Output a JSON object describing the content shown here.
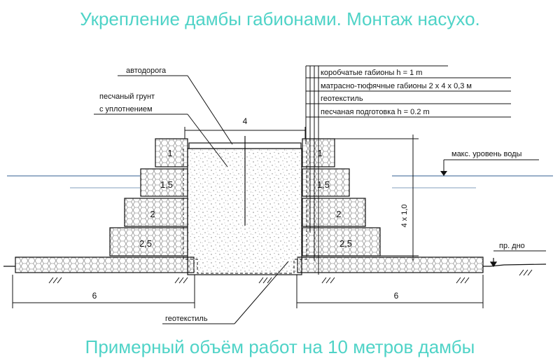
{
  "header": {
    "title": "Укрепление дамбы габионами. Монтаж насухо."
  },
  "footer": {
    "caption": "Примерный объём работ на 10 метров дамбы"
  },
  "callouts_left": {
    "road": "автодорога",
    "soil_line1": "песчаный грунт",
    "soil_line2": "с уплотнением"
  },
  "callouts_right": [
    "коробчатые габионы h = 1 m",
    "матрасно-тюфячные габионы 2 х 4 х 0,3 м",
    "геотекстиль",
    "песчаная подготовка h = 0.2 m"
  ],
  "geotextile_bottom": "геотекстиль",
  "water_level": "макс. уровень воды",
  "riverbed": "пр. дно",
  "dimensions": {
    "crest_width": "4",
    "height": "4 х 1,0",
    "left_base": "6",
    "right_base": "6"
  },
  "gabion_labels": [
    "1",
    "1,5",
    "2",
    "2,5"
  ],
  "colors": {
    "title": "#4fd3c7",
    "line": "#111111",
    "water": "#5a7fa8"
  }
}
